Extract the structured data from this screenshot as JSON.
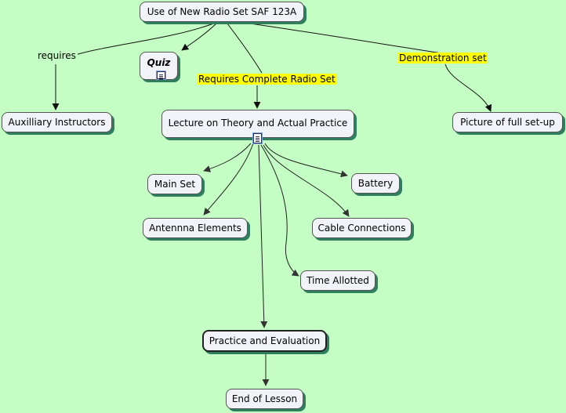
{
  "nodes": {
    "root": "Use of New Radio Set SAF 123A",
    "quiz": "Quiz",
    "auxiliary": "Auxilliary Instructors",
    "lecture": "Lecture on Theory and Actual Practice",
    "picture": "Picture of full set-up",
    "main_set": "Main Set",
    "battery": "Battery",
    "antenna": "Antennna Elements",
    "cable": "Cable Connections",
    "time": "Time Allotted",
    "practice": "Practice and Evaluation",
    "end": "End of Lesson"
  },
  "link_labels": {
    "requires": "requires",
    "requires_radio": "Requires Complete Radio Set",
    "demo": "Demonstration set"
  },
  "colors": {
    "background": "#c4fec4",
    "node_fill": "#f1f3f8",
    "node_shadow": "#2f7f5f",
    "highlight": "#ffff00"
  }
}
